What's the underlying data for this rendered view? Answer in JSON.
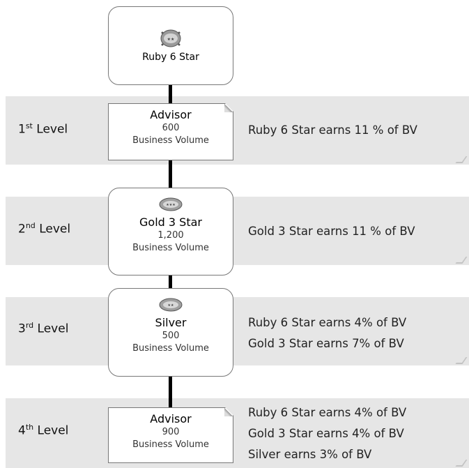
{
  "root": {
    "title": "Ruby 6 Star"
  },
  "levels": [
    {
      "ordinal": "1",
      "suffix": "st",
      "word": "Level",
      "node": {
        "title": "Advisor",
        "value": "600",
        "unit": "Business Volume",
        "badge": false
      },
      "earnings": [
        "Ruby 6 Star earns 11 % of BV"
      ]
    },
    {
      "ordinal": "2",
      "suffix": "nd",
      "word": "Level",
      "node": {
        "title": "Gold 3 Star",
        "value": "1,200",
        "unit": "Business Volume",
        "badge": true
      },
      "earnings": [
        "Gold 3 Star earns 11 % of BV"
      ]
    },
    {
      "ordinal": "3",
      "suffix": "rd",
      "word": "Level",
      "node": {
        "title": "Silver",
        "value": "500",
        "unit": "Business Volume",
        "badge": true
      },
      "earnings": [
        "Ruby 6 Star earns 4% of BV",
        "Gold 3 Star earns 7% of BV"
      ]
    },
    {
      "ordinal": "4",
      "suffix": "th",
      "word": "Level",
      "node": {
        "title": "Advisor",
        "value": "900",
        "unit": "Business Volume",
        "badge": false
      },
      "earnings": [
        "Ruby 6 Star earns 4% of BV",
        "Gold 3 Star earns 4% of BV",
        "Silver earns 3% of BV"
      ]
    }
  ]
}
